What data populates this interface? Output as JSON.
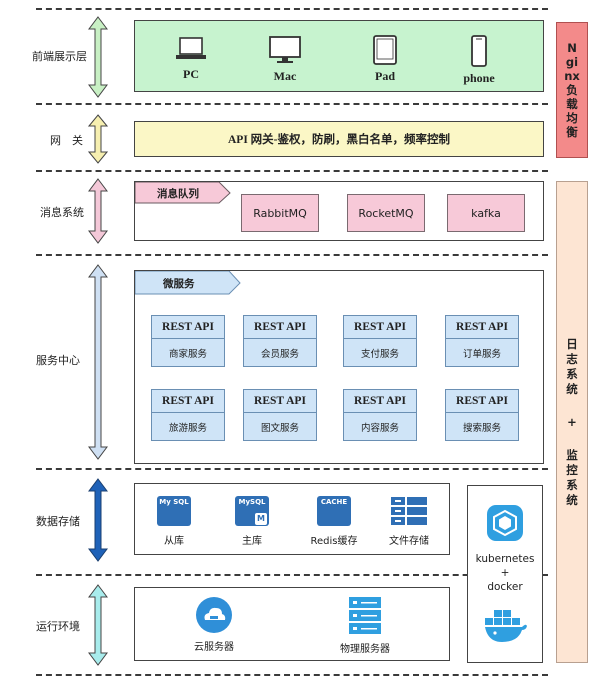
{
  "layers": {
    "frontend": "前端展示层",
    "gateway": "网　关",
    "messaging": "消息系统",
    "services": "服务中心",
    "storage": "数据存储",
    "runtime": "运行环境"
  },
  "devices": [
    "PC",
    "Mac",
    "Pad",
    "phone"
  ],
  "gateway_text": "API 网关-鉴权，防刷，黑白名单，频率控制",
  "mq": {
    "tag": "消息队列",
    "items": [
      "RabbitMQ",
      "RocketMQ",
      "kafka"
    ]
  },
  "microservice": {
    "tag": "微服务",
    "api_label": "REST API",
    "services": [
      "商家服务",
      "会员服务",
      "支付服务",
      "订单服务",
      "旅游服务",
      "图文服务",
      "内容服务",
      "搜索服务"
    ]
  },
  "storage": {
    "items": [
      {
        "label": "从库",
        "icon_text": "My SQL"
      },
      {
        "label": "主库",
        "icon_text": "MySQL"
      },
      {
        "label": "Redis缓存",
        "icon_text": "CACHE"
      },
      {
        "label": "文件存储",
        "icon_text": ""
      }
    ]
  },
  "runtime_items": [
    "云服务器",
    "物理服务器"
  ],
  "container": {
    "line1": "kubernetes",
    "line2": "+",
    "line3": "docker"
  },
  "nginx": [
    "N",
    "gi",
    "nx",
    "负",
    "载",
    "均",
    "衡"
  ],
  "monitoring": [
    "日",
    "志",
    "系",
    "统",
    "+",
    "监",
    "控",
    "系",
    "统"
  ],
  "colors": {
    "frontend_bg": "#c7f3cf",
    "gateway_bg": "#fbf7c6",
    "mq_bg": "#f7c9d8",
    "service_bg": "#cfe4f7",
    "nginx_bg": "#f38a8a",
    "monitor_bg": "#fde5d3"
  }
}
